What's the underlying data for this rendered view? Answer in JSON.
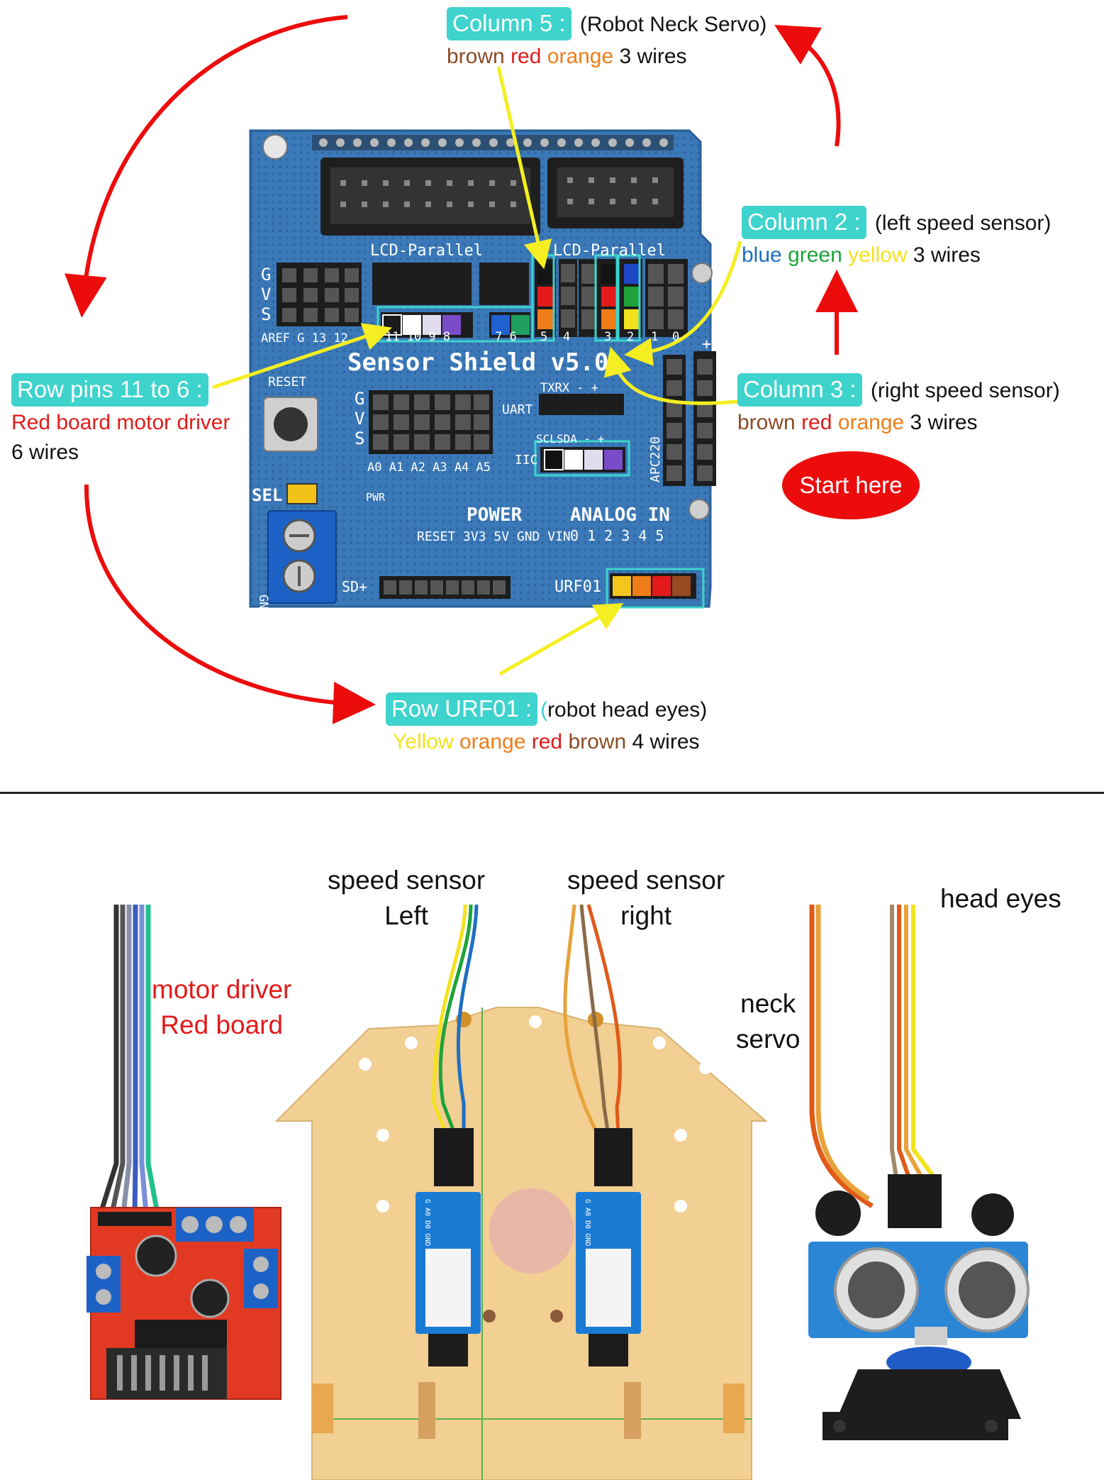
{
  "shield": {
    "silkscreen": {
      "title": "Sensor Shield v5.0",
      "lcd_left": "LCD-Parallel",
      "lcd_right": "LCD-Parallel",
      "reset": "RESET",
      "aref_row": "AREF G 13 12",
      "pins_row": "11 10 9 8",
      "pins_76": "7 6",
      "col5": "5",
      "col4": "4",
      "col3": "3",
      "col2": "2",
      "col1": "1",
      "col0": "0",
      "uart": "UART",
      "txrx": "TXRX - +",
      "sclsda": "SCLSDA - +",
      "iic": "IIC",
      "analog_pins": "A0 A1 A2 A3 A4 A5",
      "apc": "APC220",
      "sel": "SEL",
      "pwr": "PWR",
      "power_row": "POWER",
      "power_sub": "RESET 3V3 5V GND VIN",
      "analog_in": "ANALOG IN",
      "analog_nums": "0 1 2 3 4 5",
      "sd": "SD+",
      "urf": "URF01",
      "gnd_vcc": "GND VCC",
      "gvs": "G V S",
      "plus": "+"
    }
  },
  "callouts": {
    "col5": {
      "tag": "Column 5 :",
      "desc": "(Robot Neck Servo)",
      "wires": [
        "brown",
        "red",
        "orange"
      ],
      "count": "3 wires"
    },
    "col2": {
      "tag": "Column 2 :",
      "desc": "(left speed sensor)",
      "wires": [
        "blue",
        "green",
        "yellow"
      ],
      "count": "3 wires"
    },
    "col3": {
      "tag": "Column 3 :",
      "desc": "(right speed sensor)",
      "wires": [
        "brown",
        "red",
        "orange"
      ],
      "count": "3 wires"
    },
    "row11": {
      "tag": "Row pins 11 to 6 :",
      "line1": "Red board motor driver",
      "line2": "6 wires"
    },
    "urf": {
      "tag": "Row URF01 :",
      "paren": "(",
      "desc": "robot head eyes)",
      "wires": [
        "Yellow",
        "orange",
        "red",
        "brown"
      ],
      "count": "4 wires"
    },
    "start": "Start here"
  },
  "photo_labels": {
    "speed_left": [
      "speed sensor",
      "Left"
    ],
    "speed_right": [
      "speed sensor",
      "right"
    ],
    "head_eyes": "head eyes",
    "neck_servo": [
      "neck",
      "servo"
    ],
    "motor_driver": [
      "motor driver",
      "Red board"
    ]
  },
  "sensor_pins": {
    "left": "G A0 D0 GND VCC",
    "right": "G A0 D0 GND VCC"
  },
  "colors": {
    "accent_tag": "#3ed3cc",
    "board_blue": "#3a78b8",
    "arrow_red": "#ec0c0c",
    "pointer_yellow": "#f4ee22",
    "motor_board_red": "#e23a22",
    "chassis": "#f2cf92"
  }
}
